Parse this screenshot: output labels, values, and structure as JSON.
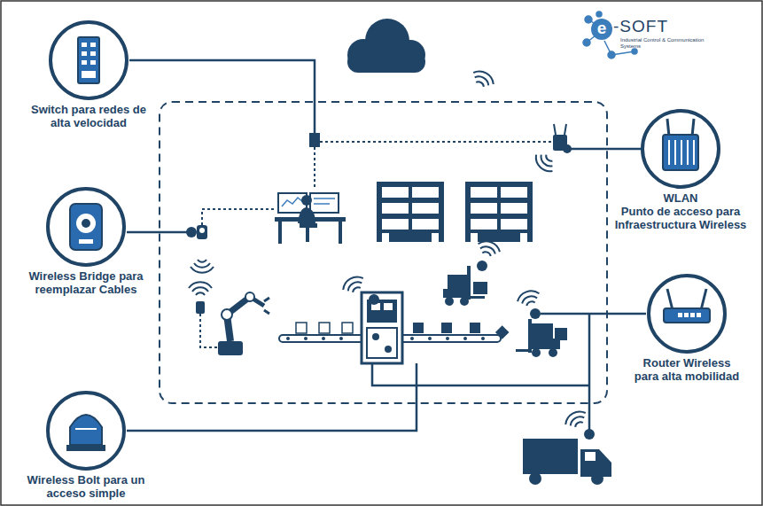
{
  "diagram": {
    "nodes": [
      {
        "text": [
          "Switch para redes de alta velocidad"
        ]
      },
      {
        "text": [
          "WLAN",
          "Punto de acceso para Infraestructura Wireless"
        ]
      },
      {
        "text": [
          "Wireless Bridge para reemplazar Cables"
        ]
      },
      {
        "text": [
          "Router Wireless para alta mobilidad"
        ]
      },
      {
        "text": [
          "Wireless Bolt para un acceso simple"
        ]
      }
    ],
    "labels": [
      "e",
      "-SOFT",
      "Industrial Control & Communication Systems"
    ]
  }
}
